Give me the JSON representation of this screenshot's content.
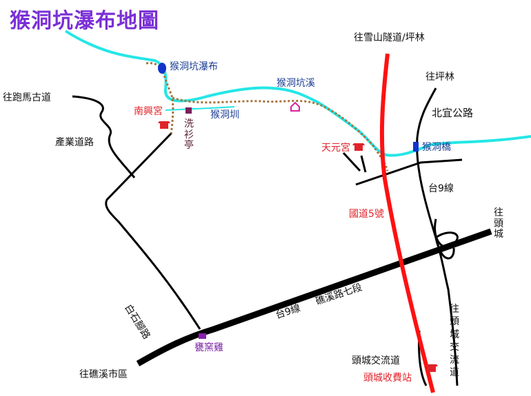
{
  "title": "猴洞坑瀑布地圖",
  "colors": {
    "river": "#25e6e6",
    "highway": "#ff1111",
    "trail": "#a5743c",
    "road": "#000000",
    "title": "#7a2fd6"
  },
  "labels": {
    "waterfall": "猴洞坑瀑布",
    "stream": "猴洞坑溪",
    "canal": "猴洞圳",
    "nanxing_temple": "南興宮",
    "xishan_pavilion": "洗衫亭",
    "tianyuan_temple": "天元宮",
    "houdong_bridge": "猴洞橋",
    "paoma_trail": "往跑馬古道",
    "industry_road": "產業道路",
    "baishi_road": "白石腳路",
    "to_jiaoxi_city": "往礁溪市區",
    "weng_yao_ji": "甕窯雞",
    "tai9_road_lower": "台9線",
    "jiaoxi_road": "礁溪路七段",
    "to_xueshan_tunnel": "往雪山隧道/坪林",
    "to_pinglin": "往坪林",
    "beiyi_highway": "北宜公路",
    "tai9_road_upper": "台9線",
    "freeway5": "國道5號",
    "to_toucheng": "往頭城",
    "to_toucheng_interchange": "往頭城交流道",
    "toucheng_interchange": "頭城交流道",
    "toucheng_toll": "頭城收費站"
  },
  "markers": [
    {
      "name": "waterfall-marker",
      "kind": "waterfall",
      "color": "#1133cc"
    },
    {
      "name": "nanxing-temple-icon",
      "kind": "temple",
      "color": "#e0232a"
    },
    {
      "name": "xishan-pavilion-marker",
      "kind": "pavilion",
      "color": "#7a1f5a"
    },
    {
      "name": "house-icon",
      "kind": "house",
      "color": "#d6249f"
    },
    {
      "name": "tianyuan-temple-icon",
      "kind": "temple",
      "color": "#e0232a"
    },
    {
      "name": "bridge-marker",
      "kind": "bridge",
      "color": "#1133cc"
    },
    {
      "name": "weng-yao-ji-marker",
      "kind": "restaurant",
      "color": "#8b1fb0"
    },
    {
      "name": "toll-station-icon",
      "kind": "toll",
      "color": "#e0232a"
    }
  ]
}
